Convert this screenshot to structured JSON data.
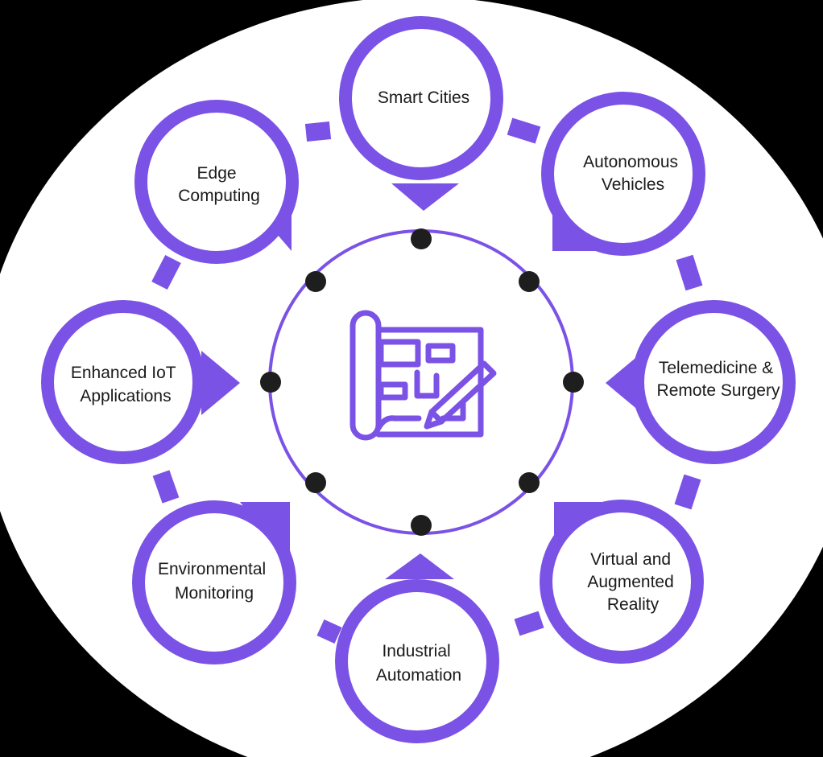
{
  "colors": {
    "background": "#000000",
    "disc": "#ffffff",
    "accent": "#7b52e6",
    "dot": "#1e1e1e",
    "text": "#1a1a1a"
  },
  "center": {
    "icon": "blueprint-pencil-icon"
  },
  "nodes": [
    {
      "id": "smart-cities",
      "lines": [
        "Smart Cities"
      ]
    },
    {
      "id": "autonomous-vehicles",
      "lines": [
        "Autonomous",
        "Vehicles"
      ]
    },
    {
      "id": "telemedicine",
      "lines": [
        "Telemedicine &",
        "Remote Surgery"
      ]
    },
    {
      "id": "virtual-augmented-reality",
      "lines": [
        "Virtual and",
        "Augmented",
        "Reality"
      ]
    },
    {
      "id": "industrial-automation",
      "lines": [
        "Industrial",
        "Automation"
      ]
    },
    {
      "id": "environmental-monitoring",
      "lines": [
        "Environmental",
        "Monitoring"
      ]
    },
    {
      "id": "enhanced-iot",
      "lines": [
        "Enhanced IoT",
        "Applications"
      ]
    },
    {
      "id": "edge-computing",
      "lines": [
        "Edge",
        "Computing"
      ]
    }
  ]
}
